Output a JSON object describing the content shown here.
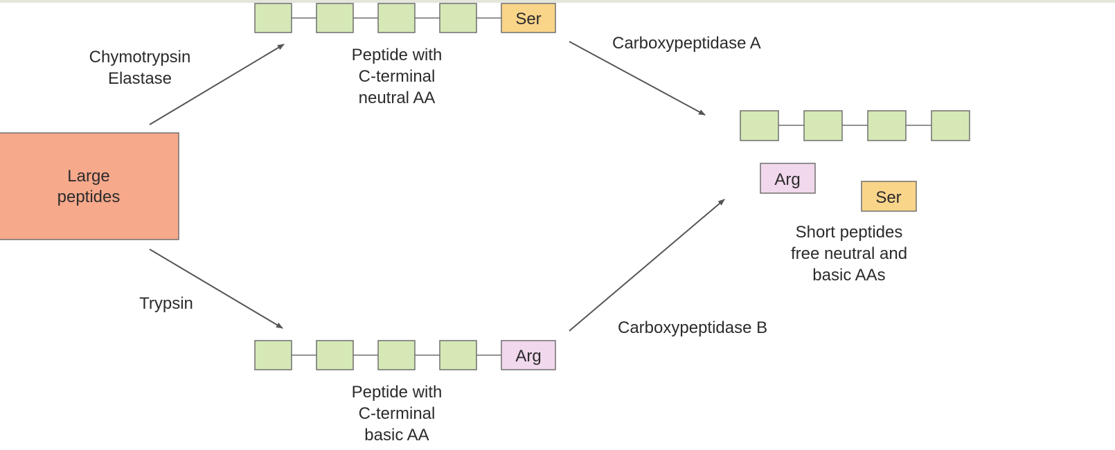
{
  "colors": {
    "residue": "#d5e8b6",
    "neutral_aa": "#f9d58a",
    "basic_aa": "#f1d8ec",
    "large_peptides": "#f7a98c",
    "outline": "#6f6f6f",
    "line": "#555555",
    "text": "#2b2b2b"
  },
  "start": {
    "label_line1": "Large",
    "label_line2": "peptides"
  },
  "upper_path": {
    "enzyme_line1": "Chymotrypsin",
    "enzyme_line2": "Elastase",
    "terminal_residue": "Ser",
    "caption_line1": "Peptide with",
    "caption_line2": "C-terminal",
    "caption_line3": "neutral AA",
    "next_enzyme": "Carboxypeptidase A"
  },
  "lower_path": {
    "enzyme": "Trypsin",
    "terminal_residue": "Arg",
    "caption_line1": "Peptide with",
    "caption_line2": "C-terminal",
    "caption_line3": "basic AA",
    "next_enzyme": "Carboxypeptidase B"
  },
  "products": {
    "free_basic": "Arg",
    "free_neutral": "Ser",
    "caption_line1": "Short peptides",
    "caption_line2": "free neutral and",
    "caption_line3": "basic AAs"
  }
}
